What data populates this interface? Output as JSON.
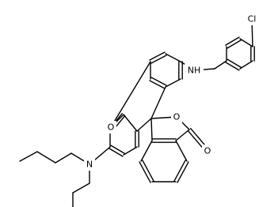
{
  "molecule": {
    "atoms": [
      {
        "id": "cl",
        "label": "Cl"
      },
      {
        "id": "nh",
        "label": "NH"
      },
      {
        "id": "o_xanthene",
        "label": "O"
      },
      {
        "id": "o_lactone",
        "label": "O"
      },
      {
        "id": "o_carbonyl",
        "label": "O"
      },
      {
        "id": "n_amine",
        "label": "N"
      }
    ]
  }
}
